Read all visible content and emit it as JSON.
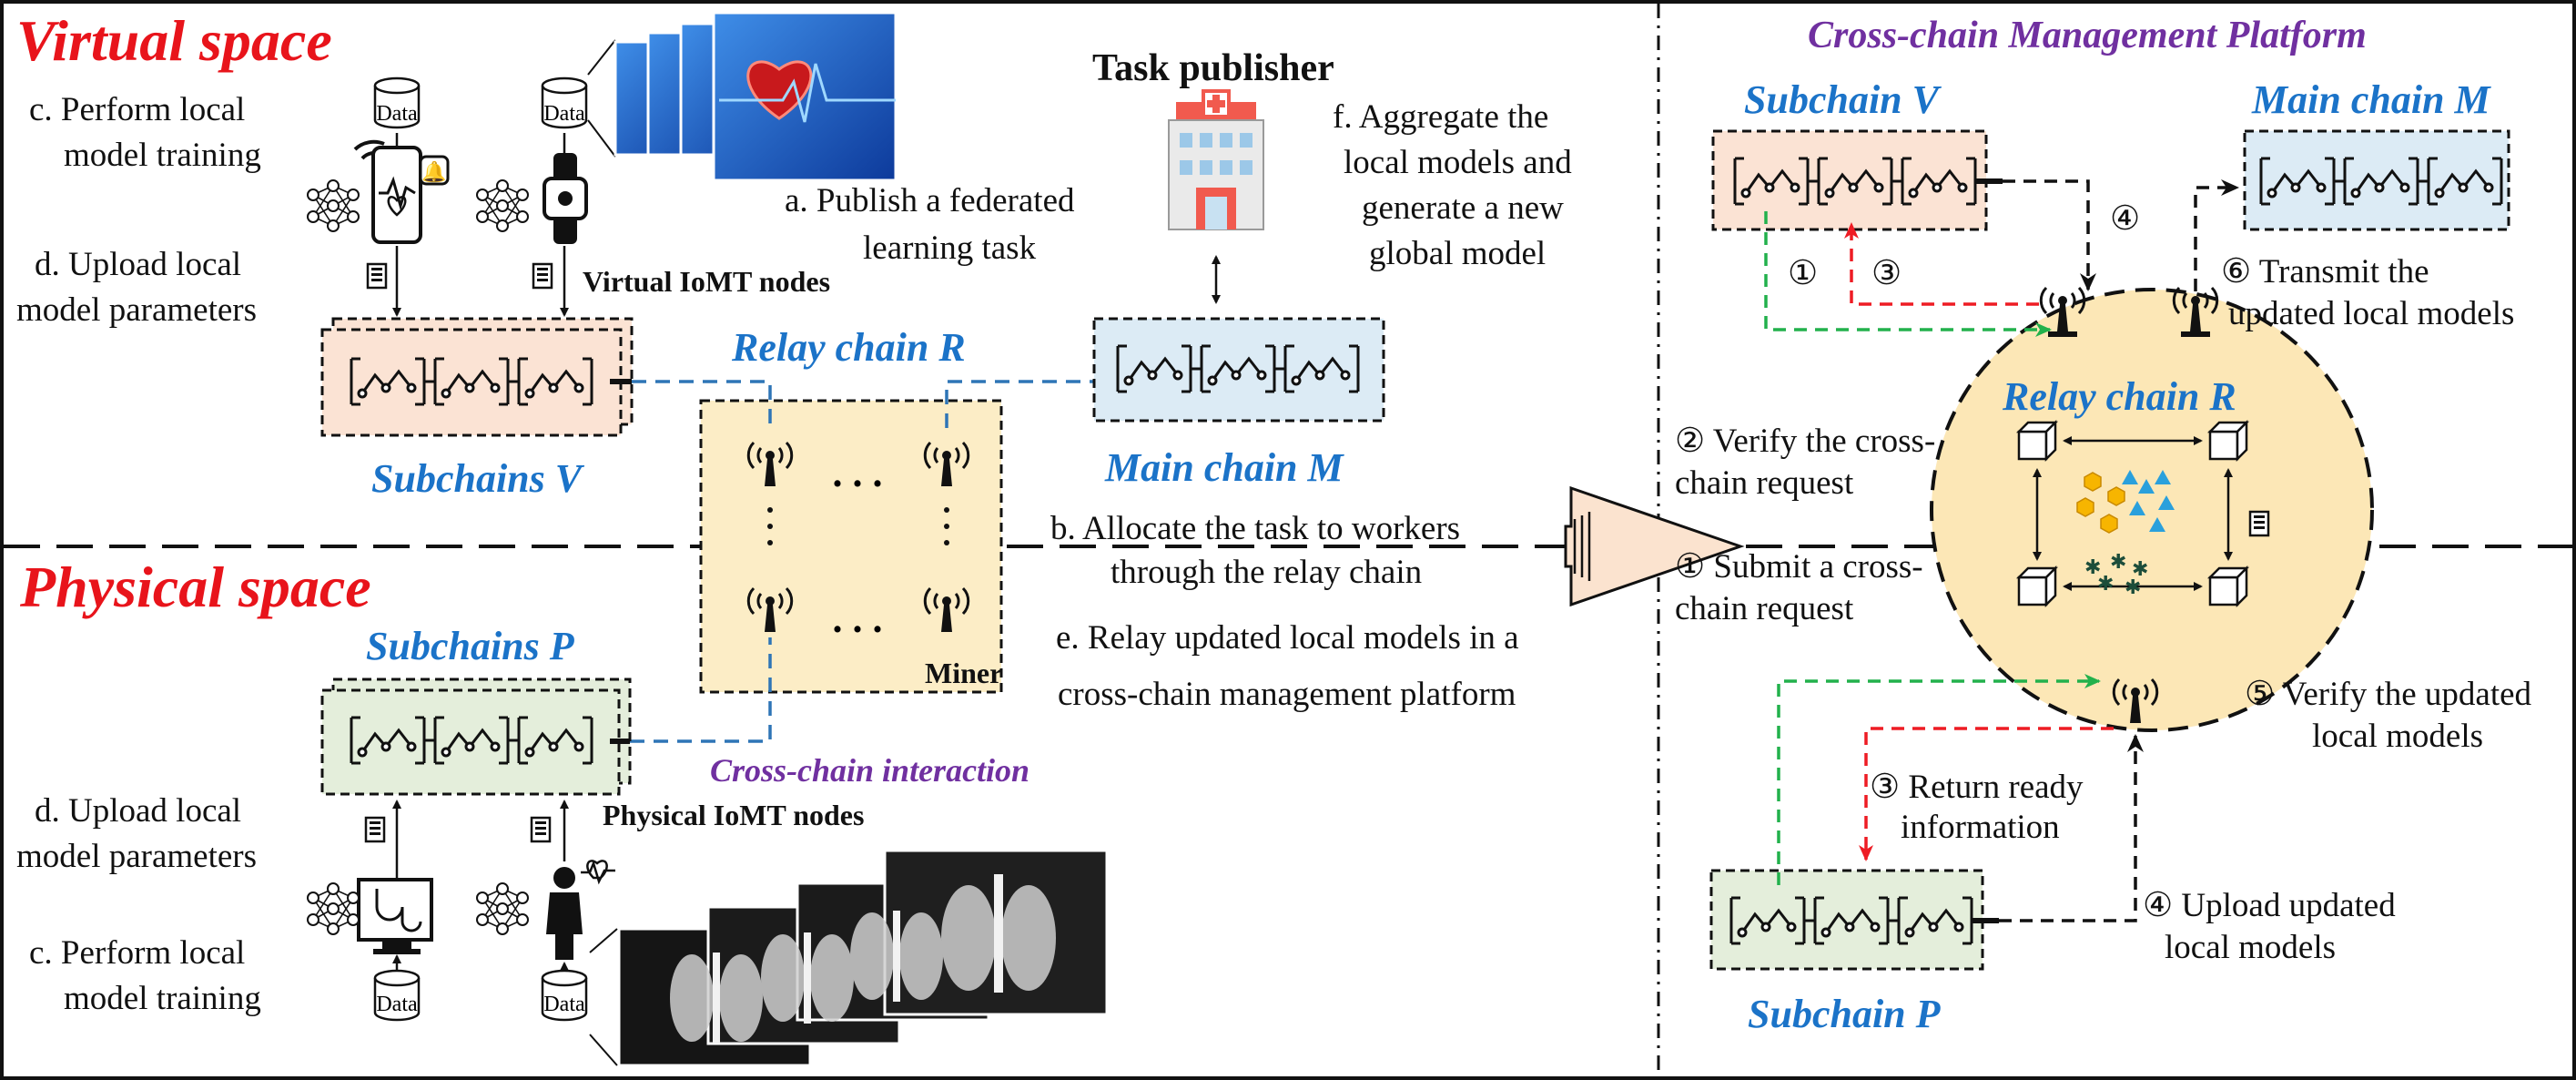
{
  "colors": {
    "red_title": "#e8141b",
    "blue_label": "#1b73c8",
    "purple_label": "#7030a0",
    "subchain_v_fill": "#fbe3d4",
    "subchain_p_fill": "#e4eedb",
    "main_chain_fill": "#dcebf5",
    "relay_fill": "#fcedc6",
    "relay_circle_fill": "#fce7b6",
    "arrow_big_fill": "#fbe3cf",
    "dash_green": "#22b14c",
    "dash_red": "#ee1c24",
    "dash_blue": "#2e75b6"
  },
  "regions": {
    "virtual_title": "Virtual space",
    "physical_title": "Physical space",
    "platform_title": "Cross-chain Management Platform"
  },
  "left": {
    "virtual": {
      "step_c": [
        "c. Perform local",
        "model training"
      ],
      "step_d": [
        "d. Upload local",
        "model parameters"
      ],
      "nodes_label": "Virtual IoMT nodes",
      "subchains_label": "Subchains V",
      "data_label": "Data"
    },
    "physical": {
      "step_d": [
        "d. Upload local",
        "model parameters"
      ],
      "step_c": [
        "c. Perform local",
        "model training"
      ],
      "nodes_label": "Physical IoMT nodes",
      "subchains_label": "Subchains P",
      "data_label": "Data"
    },
    "relay_chain_label": "Relay chain R",
    "miner_label": "Miner",
    "cross_chain_interaction": "Cross-chain interaction",
    "task_publisher": "Task publisher",
    "main_chain_label": "Main chain M",
    "step_a": [
      "a. Publish a  federated",
      "learning task"
    ],
    "step_f": [
      "f. Aggregate the",
      "local models and",
      "generate a new",
      "global model"
    ],
    "step_b": [
      "b. Allocate the task to workers",
      "through the relay chain"
    ],
    "step_e": [
      "e. Relay updated local models in a",
      "cross-chain management platform"
    ],
    "ellipsis": ". . ."
  },
  "right": {
    "subchain_v": "Subchain V",
    "main_chain_m": "Main chain M",
    "relay_chain_r": "Relay chain R",
    "subchain_p": "Subchain P",
    "steps": {
      "s1_top": "①",
      "s3_top": "③",
      "s4_top": "④",
      "s6": [
        "⑥ Transmit the",
        "updated local models"
      ],
      "s2": [
        "② Verify the cross-",
        "chain request"
      ],
      "s1": [
        "① Submit a cross-",
        "chain request"
      ],
      "s5": [
        "⑤ Verify the updated",
        "local models"
      ],
      "s3": [
        "③ Return ready",
        "information"
      ],
      "s4": [
        "④ Upload updated",
        "local models"
      ]
    }
  }
}
